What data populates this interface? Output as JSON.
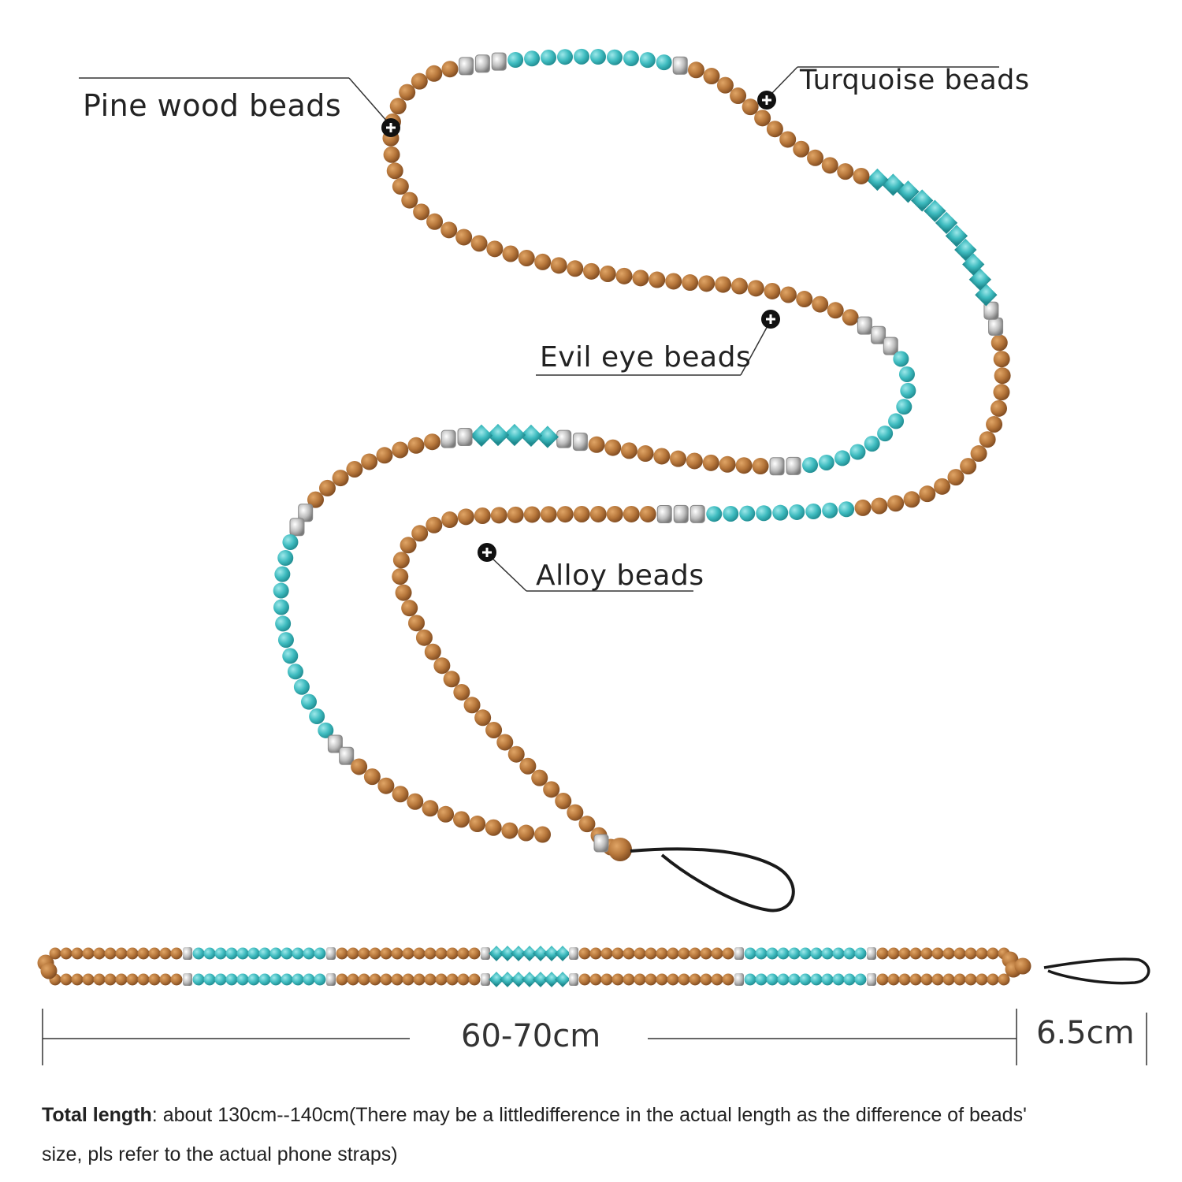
{
  "callouts": {
    "pine": "Pine wood beads",
    "turquoise": "Turquoise beads",
    "evil_eye": "Evil eye beads",
    "alloy": "Alloy beads"
  },
  "dimensions": {
    "length": "60-70cm",
    "loop": "6.5cm"
  },
  "note": {
    "label": "Total length",
    "text": ": about 130cm--140cm(There may be a littledifference in the actual length as the difference of beads' size, pls refer to the actual phone straps)"
  },
  "colors": {
    "wood": "#b7773b",
    "wood_dark": "#8a5426",
    "turquoise": "#3fbcc0",
    "alloy": "#c9c9c9",
    "cord": "#1a1a1a",
    "line": "#333333"
  }
}
